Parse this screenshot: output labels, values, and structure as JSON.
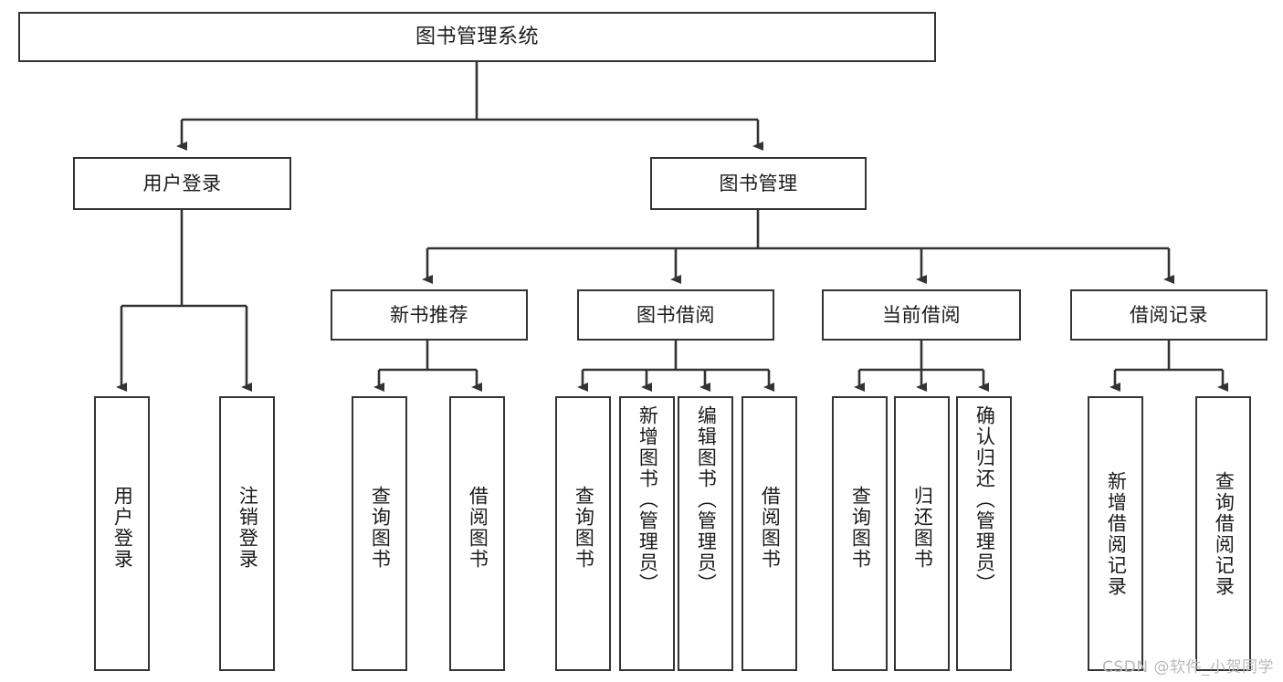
{
  "diagram": {
    "title": "图书管理系统",
    "watermark": "CSDN @软件_小贺同学",
    "colors": {
      "stroke": "#333333",
      "fill": "#ffffff",
      "text": "#1b1b1b",
      "watermark": "#b9b9b9"
    },
    "root": {
      "label": "图书管理系统"
    },
    "level2": [
      {
        "label": "用户登录"
      },
      {
        "label": "图书管理"
      }
    ],
    "level3": [
      {
        "label": "新书推荐"
      },
      {
        "label": "图书借阅"
      },
      {
        "label": "当前借阅"
      },
      {
        "label": "借阅记录"
      }
    ],
    "leaves": {
      "user_login": [
        {
          "label": "用户登录"
        },
        {
          "label": "注销登录"
        }
      ],
      "new_book": [
        {
          "label": "查询图书"
        },
        {
          "label": "借阅图书"
        }
      ],
      "book_borrow": [
        {
          "label": "查询图书"
        },
        {
          "label": "新增图书（管理员）"
        },
        {
          "label": "编辑图书（管理员）"
        },
        {
          "label": "借阅图书"
        }
      ],
      "current_borrow": [
        {
          "label": "查询图书"
        },
        {
          "label": "归还图书"
        },
        {
          "label": "确认归还（管理员）"
        }
      ],
      "borrow_record": [
        {
          "label": "新增借阅记录"
        },
        {
          "label": "查询借阅记录"
        }
      ]
    }
  }
}
